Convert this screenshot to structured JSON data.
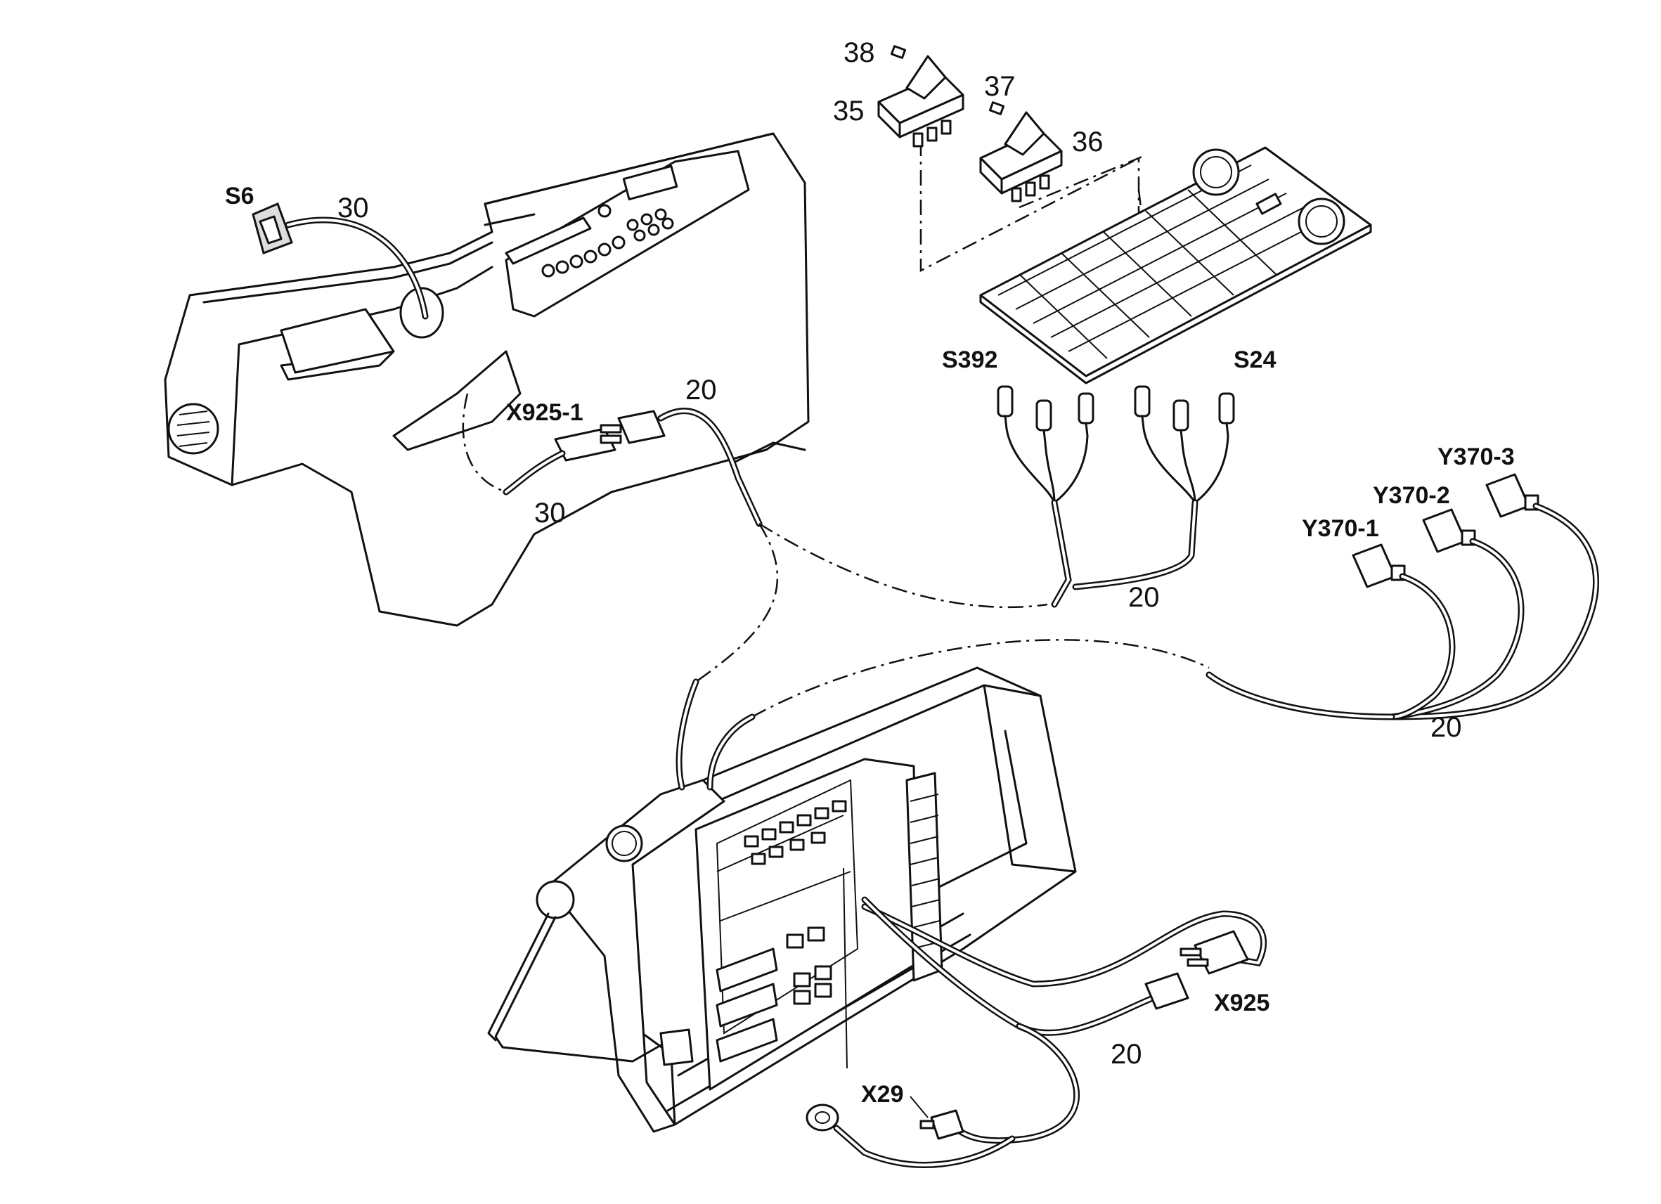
{
  "callouts": {
    "c38": "38",
    "c35": "35",
    "c37": "37",
    "c36": "36",
    "s6": "S6",
    "c30_top": "30",
    "x925_1": "X925-1",
    "c20_top": "20",
    "c30_bottom": "30",
    "s392": "S392",
    "s24": "S24",
    "c20_mid": "20",
    "y370_3": "Y370-3",
    "y370_2": "Y370-2",
    "y370_1": "Y370-1",
    "c20_right": "20",
    "x925": "X925",
    "c20_bottom": "20",
    "x29": "X29"
  }
}
